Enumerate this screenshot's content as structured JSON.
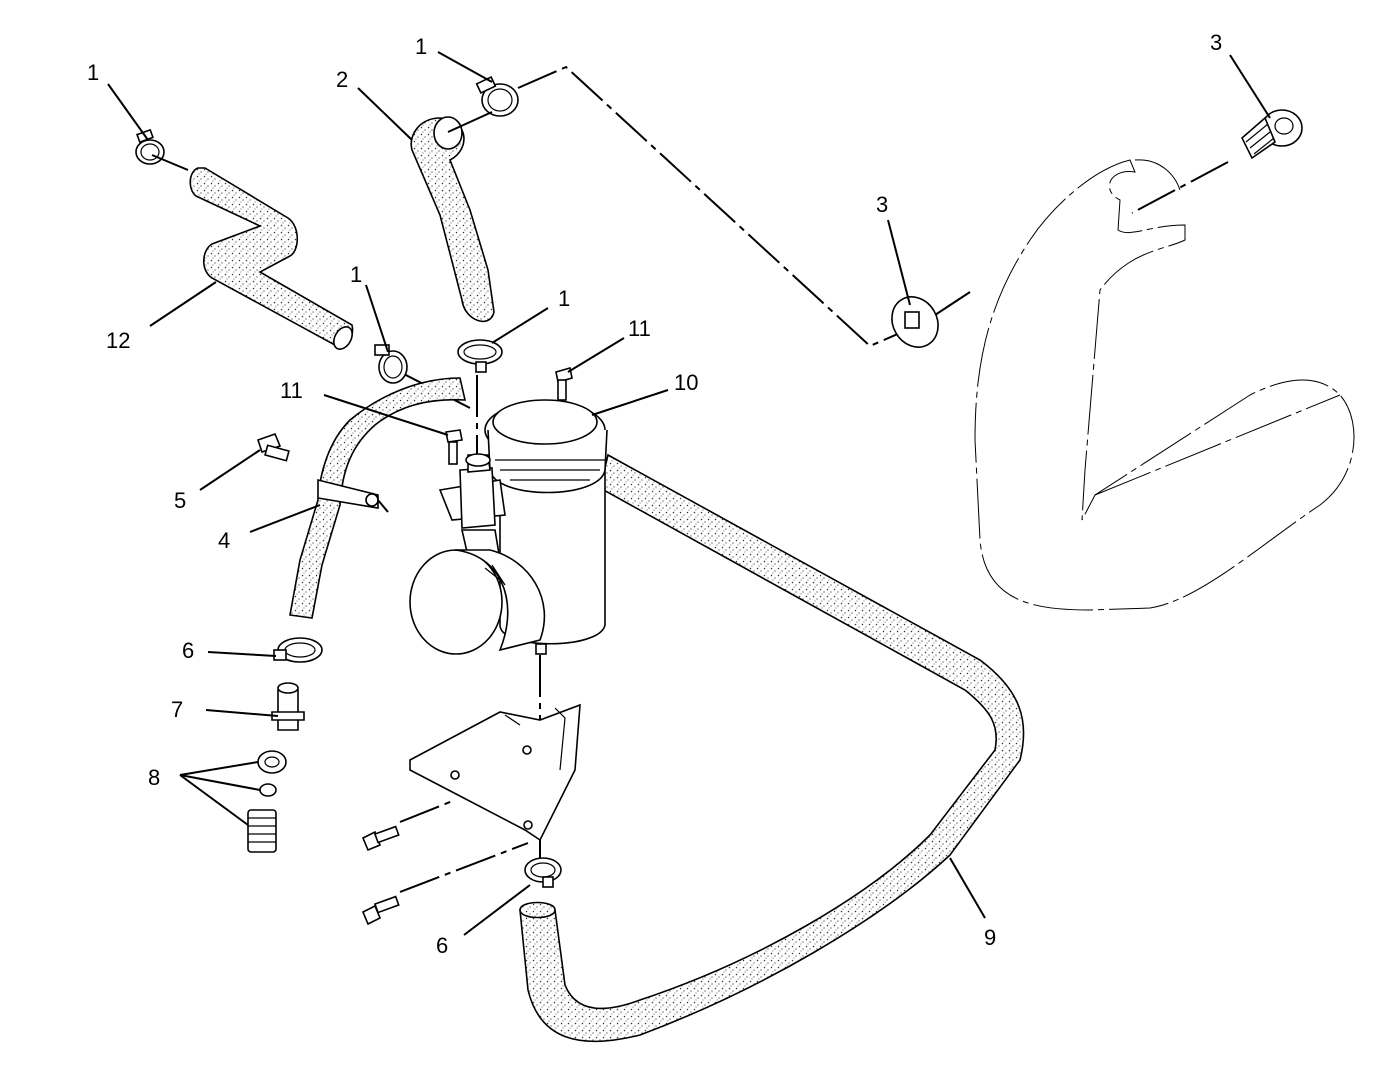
{
  "callouts": {
    "c1a": "1",
    "c1b": "1",
    "c1c": "1",
    "c1d": "1",
    "c2": "2",
    "c3a": "3",
    "c3b": "3",
    "c4": "4",
    "c5": "5",
    "c6a": "6",
    "c6b": "6",
    "c7": "7",
    "c8": "8",
    "c9": "9",
    "c10": "10",
    "c11a": "11",
    "c11b": "11",
    "c12": "12"
  }
}
